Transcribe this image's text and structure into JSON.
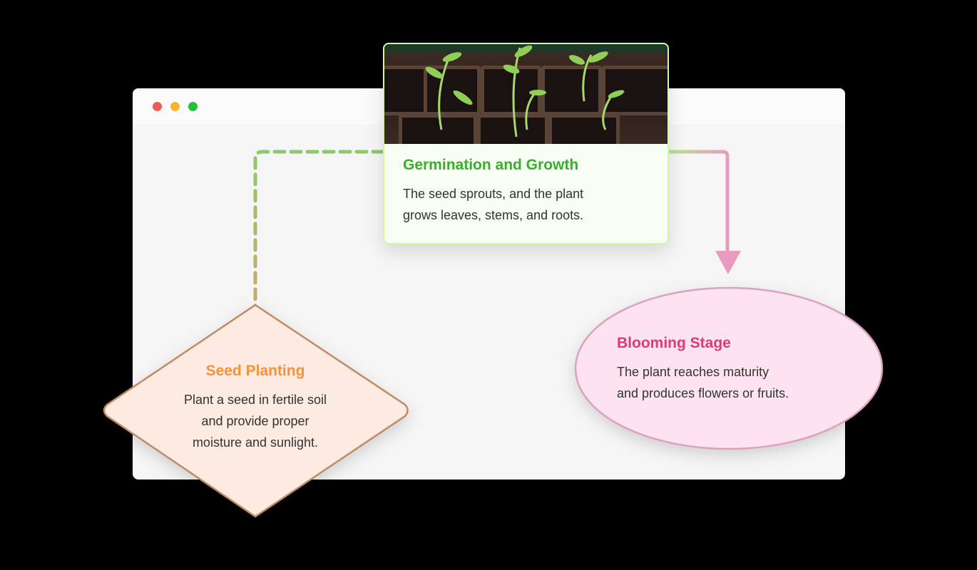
{
  "window": {
    "controls": [
      "close",
      "minimize",
      "maximize"
    ]
  },
  "nodes": {
    "germination": {
      "title": "Germination and Growth",
      "lines": [
        "The seed sprouts, and the plant",
        "grows leaves, stems, and roots."
      ],
      "title_color": "#3aae2a",
      "image": "seedlings-photo"
    },
    "seed": {
      "title": "Seed Planting",
      "lines": [
        "Plant a seed in fertile soil",
        "and provide proper",
        "moisture and sunlight."
      ],
      "title_color": "#f3923a"
    },
    "blooming": {
      "title": "Blooming Stage",
      "lines": [
        "The plant reaches maturity",
        "and produces flowers or fruits."
      ],
      "title_color": "#e0397a"
    }
  },
  "colors": {
    "green_dash": "#8cc96a",
    "tan_dash": "#c9a873",
    "pink_arrow": "#e99ac0"
  }
}
